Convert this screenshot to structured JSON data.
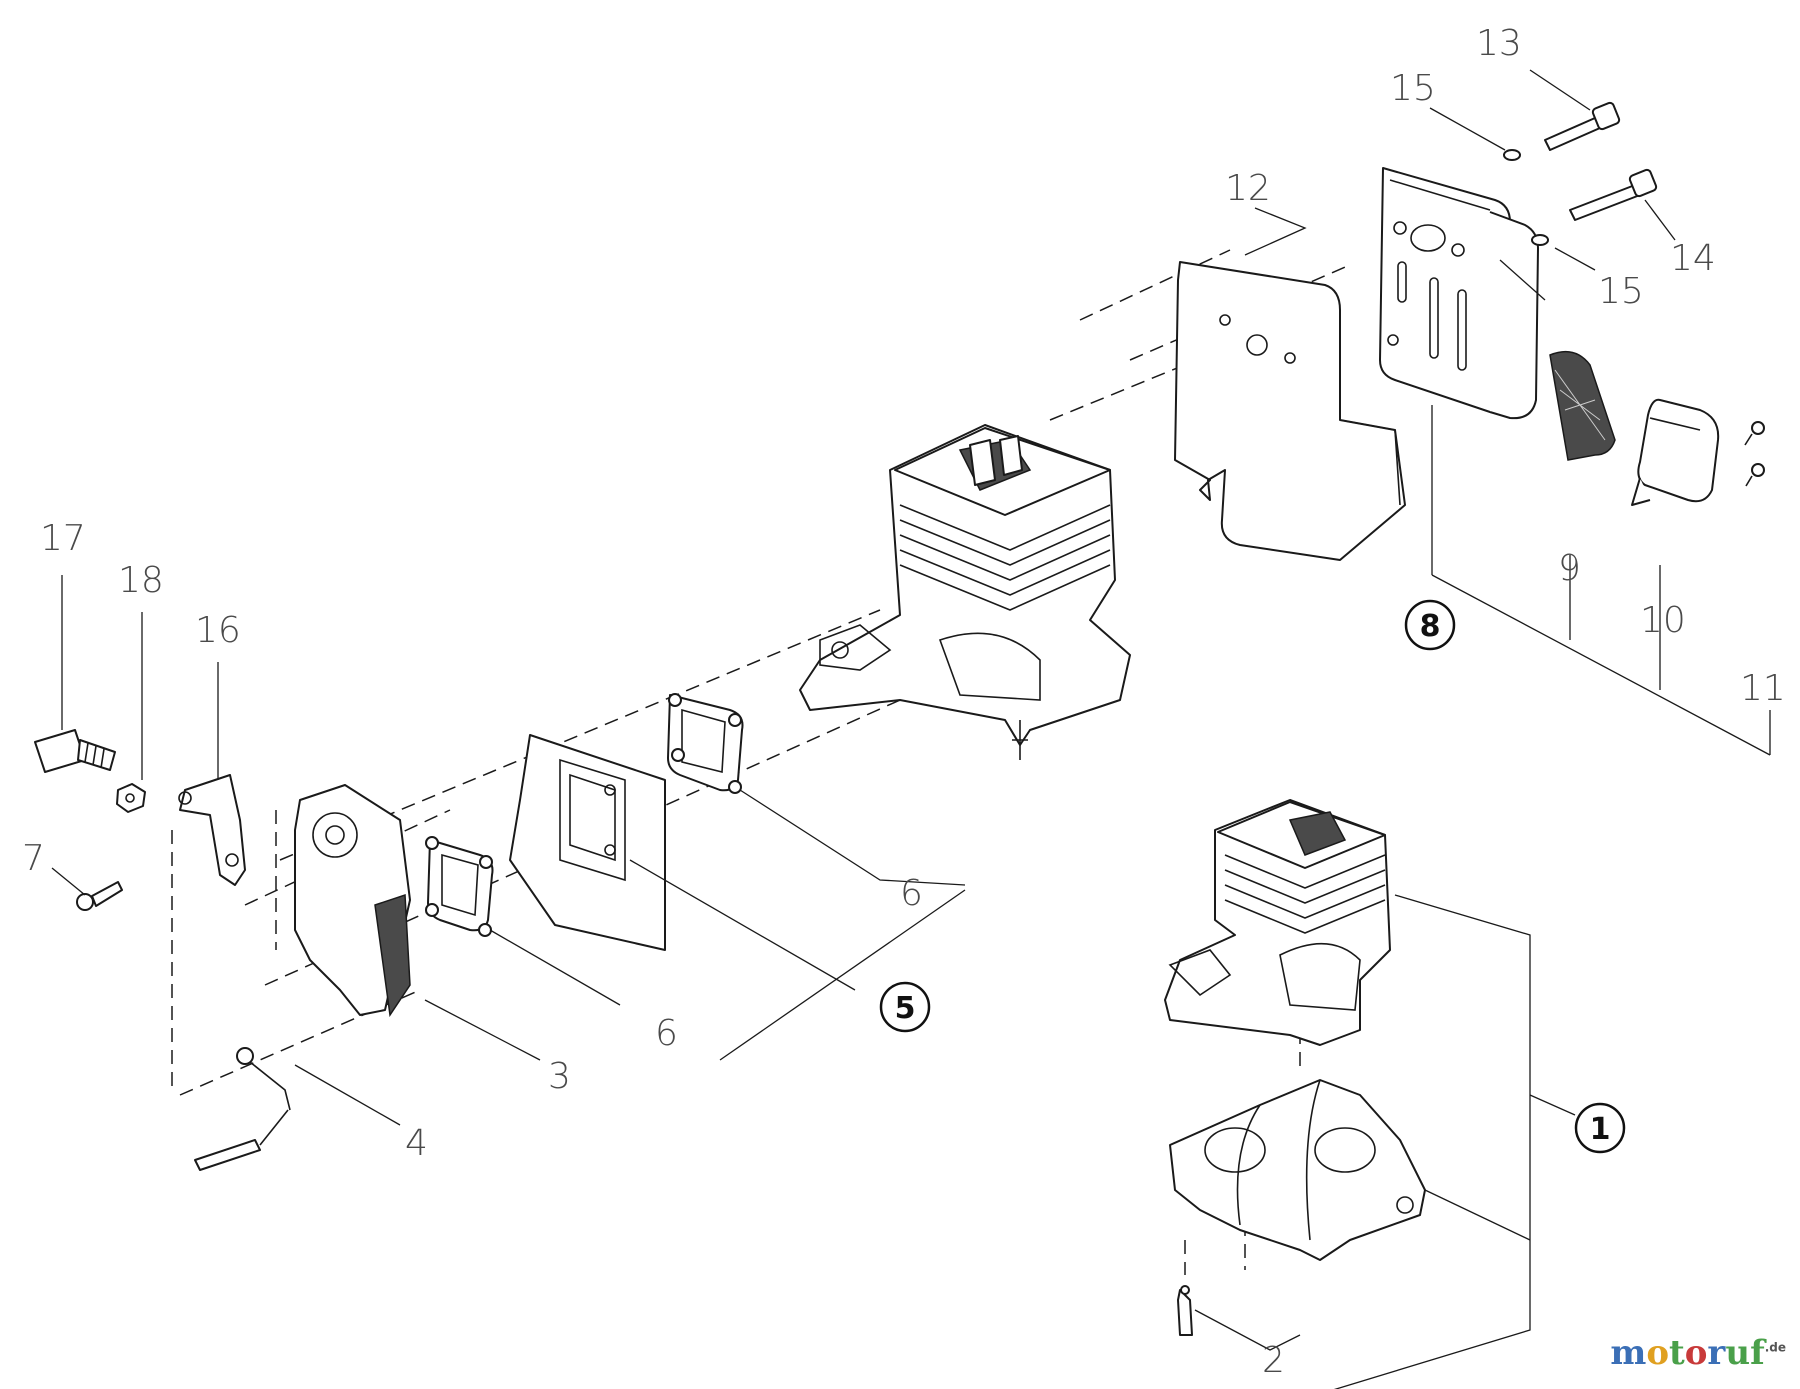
{
  "callouts": {
    "c1": "1",
    "c2": "2",
    "c3": "3",
    "c4": "4",
    "c5": "5",
    "c6a": "6",
    "c6b": "6",
    "c7": "7",
    "c8": "8",
    "c9": "9",
    "c10": "10",
    "c11": "11",
    "c12": "12",
    "c13": "13",
    "c14": "14",
    "c15a": "15",
    "c15b": "15",
    "c16": "16",
    "c17": "17",
    "c18": "18"
  },
  "logo": {
    "m": "m",
    "o1": "o",
    "t": "t",
    "o2": "o",
    "r": "r",
    "uf": "uf",
    "suffix": ".de"
  }
}
